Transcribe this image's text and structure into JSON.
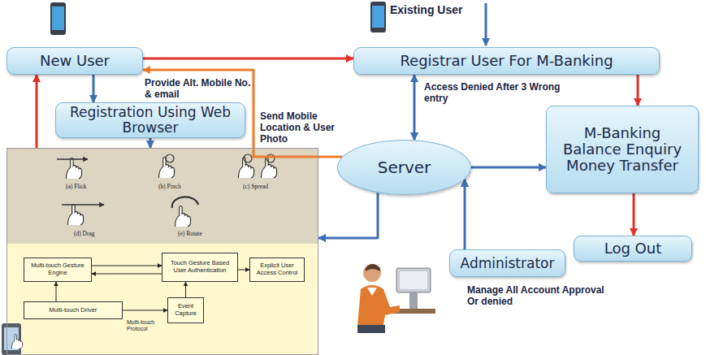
{
  "diagram": {
    "nodes": [
      {
        "text": [
          "New User"
        ]
      },
      {
        "text": [
          "Registrar User For M-Banking"
        ]
      },
      {
        "text": [
          "Registration Using Web Browser"
        ]
      },
      {
        "text": [
          "Server"
        ]
      },
      {
        "text": [
          "M-Banking Balance Enquiry Money Transfer"
        ]
      },
      {
        "text": [
          "Log Out"
        ]
      },
      {
        "text": [
          "Administrator"
        ]
      },
      {
        "text": [
          "(a) Flick",
          "(b) Pinch",
          "(c) Spread",
          "(d) Drag",
          "(e) Rotate"
        ]
      },
      {
        "text": [
          "Multi-touch Gesture Engine"
        ],
        "in": 7
      },
      {
        "text": [
          "Touch Gesture Based User Authentication"
        ],
        "in": 7
      },
      {
        "text": [
          "Explicit User Access Control"
        ],
        "in": 7
      },
      {
        "text": [
          "Multi-touch Driver"
        ],
        "in": 7
      },
      {
        "text": [
          "Event Capture"
        ],
        "in": 7
      }
    ],
    "edges": [
      {
        "from": 0,
        "to": 2,
        "arrow": "to"
      },
      {
        "from": 0,
        "to": 1,
        "arrow": "to"
      },
      {
        "from": 3,
        "to": 0,
        "arrow": "to"
      },
      {
        "from": 1,
        "to": 3,
        "arrow": "both"
      },
      {
        "from": 3,
        "to": 4,
        "arrow": "to"
      },
      {
        "from": 1,
        "to": 4,
        "arrow": "to"
      },
      {
        "from": 4,
        "to": 5,
        "arrow": "to"
      },
      {
        "from": 3,
        "to": 7,
        "arrow": "to"
      },
      {
        "from": 6,
        "to": 3,
        "arrow": "to"
      },
      {
        "from": 2,
        "to": 7,
        "arrow": "to"
      },
      {
        "from": 7,
        "to": 0,
        "arrow": "to"
      },
      {
        "from": 8,
        "to": 9,
        "arrow": "to"
      },
      {
        "from": 9,
        "to": 8,
        "arrow": "to"
      },
      {
        "from": 9,
        "to": 10,
        "arrow": "to"
      },
      {
        "from": 11,
        "to": 8,
        "arrow": "to"
      },
      {
        "from": 11,
        "to": 12,
        "arrow": "to"
      },
      {
        "from": 12,
        "to": 9,
        "arrow": "to"
      }
    ],
    "labels": [
      "Existing User",
      "Provide Alt. Mobile No. & email",
      "Send Mobile Location & User Photo",
      "Access Denied After 3 Wrong entry",
      "Manage All Account Approval Or denied",
      "Multi-touch Protocol"
    ]
  }
}
